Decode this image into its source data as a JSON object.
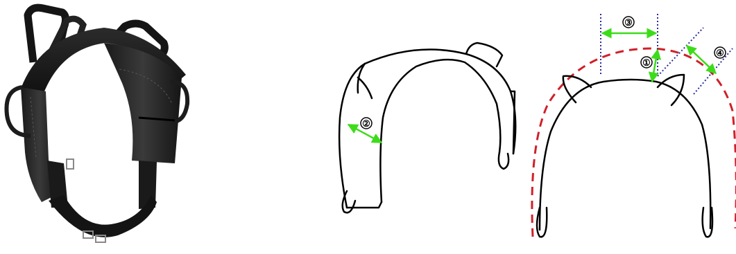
{
  "figure": {
    "photo": {
      "subject": "harness-photo"
    },
    "diagram": {
      "markers": [
        {
          "id": "marker-1",
          "label": "①"
        },
        {
          "id": "marker-2",
          "label": "②"
        },
        {
          "id": "marker-3",
          "label": "③"
        },
        {
          "id": "marker-4",
          "label": "④"
        }
      ],
      "colors": {
        "outline": "#000000",
        "measure": "#3ddc1a",
        "guide_dashed": "#d0202a",
        "guide_dotted": "#2a2a9a"
      }
    }
  }
}
